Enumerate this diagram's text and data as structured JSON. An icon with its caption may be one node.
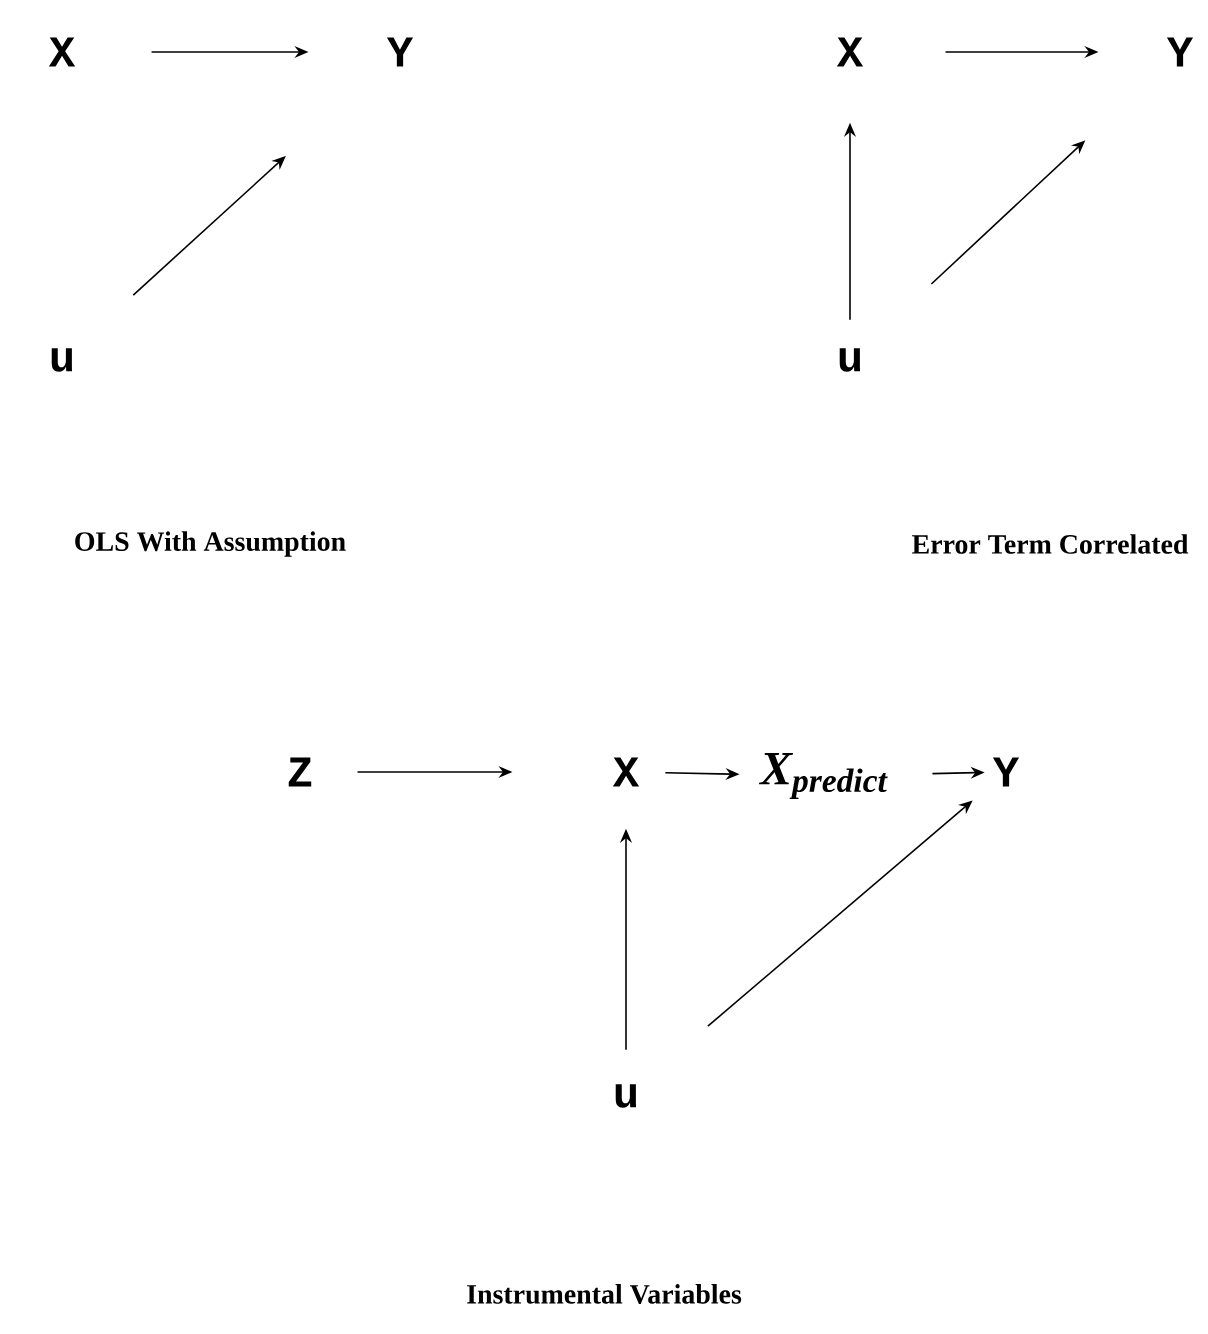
{
  "diagram": {
    "nodes": [
      {
        "text": [
          "X"
        ]
      },
      {
        "text": [
          "Y"
        ]
      },
      {
        "text": [
          "X"
        ]
      },
      {
        "text": [
          "Y"
        ]
      },
      {
        "text": [
          "u"
        ]
      },
      {
        "text": [
          "u"
        ]
      },
      {
        "text": [
          "Z"
        ]
      },
      {
        "text": [
          "X"
        ]
      },
      {
        "text": [
          "X$_{predict}$"
        ]
      },
      {
        "text": [
          "Y"
        ]
      },
      {
        "text": [
          "u"
        ]
      }
    ],
    "edges": [
      {
        "from": 0,
        "to": 1,
        "arrow": "to"
      },
      {
        "from": 4,
        "to": 1,
        "arrow": "to"
      },
      {
        "from": 2,
        "to": 3,
        "arrow": "to"
      },
      {
        "from": 5,
        "to": 2,
        "arrow": "to"
      },
      {
        "from": 5,
        "to": 3,
        "arrow": "to"
      },
      {
        "from": 6,
        "to": 7,
        "arrow": "to"
      },
      {
        "from": 7,
        "to": 8,
        "arrow": "to"
      },
      {
        "from": 8,
        "to": 9,
        "arrow": "to"
      },
      {
        "from": 10,
        "to": 7,
        "arrow": "to"
      },
      {
        "from": 10,
        "to": 9,
        "arrow": "to"
      }
    ],
    "labels": [
      "OLS With Assumption",
      "Error Term Correlated",
      "Instrumental Variables"
    ]
  }
}
